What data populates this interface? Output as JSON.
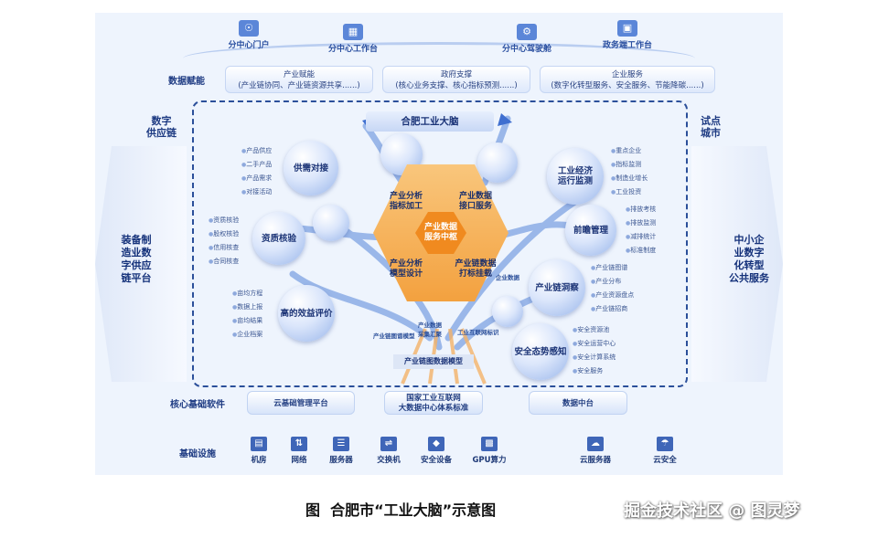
{
  "portals": [
    {
      "label": "分中心门户",
      "icon": "globe-monitor-icon"
    },
    {
      "label": "分中心工作台",
      "icon": "desktop-icon"
    },
    {
      "label": "分中心驾驶舱",
      "icon": "dashboard-icon"
    },
    {
      "label": "政务端工作台",
      "icon": "computer-icon"
    }
  ],
  "data_empower": {
    "label": "数据赋能",
    "boxes": [
      {
        "title": "产业赋能",
        "detail": "(产业链协同、产业链资源共享......)"
      },
      {
        "title": "政府支撑",
        "detail": "(核心业务支撑、核心指标预测......)"
      },
      {
        "title": "企业服务",
        "detail": "(数字化转型服务、安全服务、节能降碳......)"
      }
    ]
  },
  "left_side": {
    "top": "数字\n供应链",
    "hex": "装备制\n造业数\n字供应\n链平台"
  },
  "right_side": {
    "top": "试点\n城市",
    "hex": "中小企\n业数字\n化转型\n公共服务"
  },
  "brain_title": "合肥工业大脑",
  "hub": {
    "core": "产业数据\n服务中枢",
    "quadrants": [
      "产业分析\n指标加工",
      "产业数据\n接口服务",
      "产业分析\n模型设计",
      "产业链数据\n打标挂载"
    ]
  },
  "spheres": [
    {
      "label": "供需对接",
      "bullets": [
        "产品供应",
        "二手产品",
        "产品需求",
        "对接活动"
      ]
    },
    {
      "label": "资质核验",
      "bullets": [
        "资质核验",
        "股权核验",
        "信用核查",
        "合同核查"
      ]
    },
    {
      "label": "高的效益评价",
      "bullets": [
        "亩均方程",
        "数据上报",
        "亩均结果",
        "企业档案"
      ]
    },
    {
      "label": "工业经济\n运行监测",
      "bullets": [
        "重点企业",
        "指标监测",
        "制造业增长",
        "工业投资"
      ]
    },
    {
      "label": "前瞻管理",
      "bullets": [
        "排放考核",
        "排放监测",
        "减排统计",
        "标准制度"
      ]
    },
    {
      "label": "产业链洞察",
      "bullets": [
        "产业链图谱",
        "产业分布",
        "产业资源盘点",
        "产业链招商"
      ]
    },
    {
      "label": "安全态势感知",
      "bullets": [
        "安全资源池",
        "安全运营中心",
        "安全计算系统",
        "安全服务"
      ]
    }
  ],
  "stem_labels": [
    "产业链图谱模型",
    "产业数据采集汇聚",
    "工业互联网标识",
    "企业数据"
  ],
  "base_banner": "产业链图数据模型",
  "core_software": {
    "label": "核心基础软件",
    "boxes": [
      "云基础管理平台",
      "国家工业互联网\n大数据中心体系标准",
      "数据中台"
    ]
  },
  "infrastructure": {
    "label": "基础设施",
    "items": [
      {
        "label": "机房",
        "icon": "server-rack-icon"
      },
      {
        "label": "网络",
        "icon": "network-icon"
      },
      {
        "label": "服务器",
        "icon": "server-icon"
      },
      {
        "label": "交换机",
        "icon": "switch-icon"
      },
      {
        "label": "安全设备",
        "icon": "security-device-icon"
      },
      {
        "label": "GPU算力",
        "icon": "gpu-chip-icon"
      },
      {
        "label": "云服务器",
        "icon": "cloud-server-icon"
      },
      {
        "label": "云安全",
        "icon": "cloud-security-icon"
      }
    ]
  },
  "caption": "图  合肥市“工业大脑”示意图",
  "watermark": "掘金技术社区 @ 图灵梦"
}
